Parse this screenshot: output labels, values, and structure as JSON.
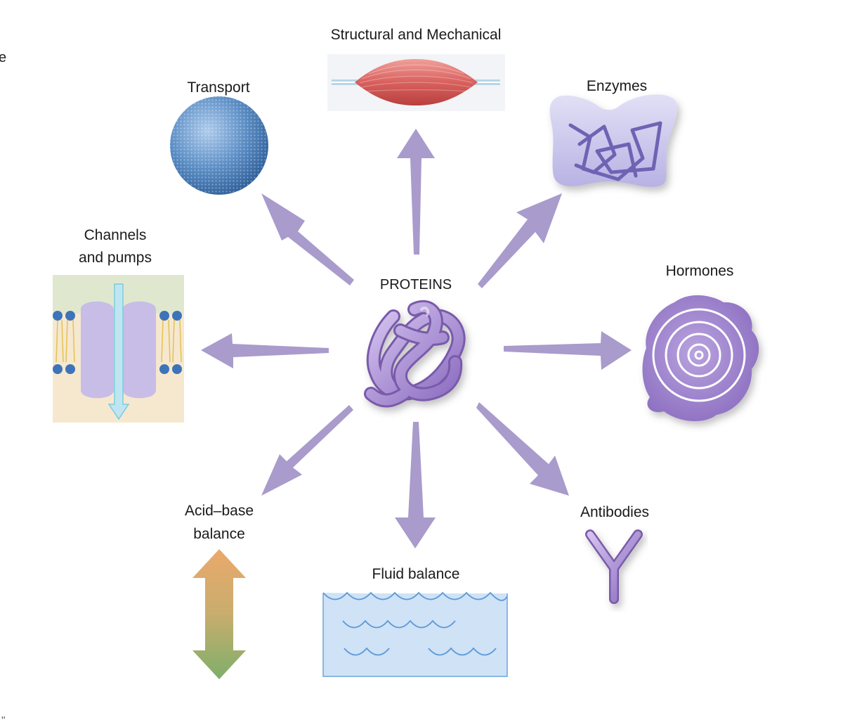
{
  "center": {
    "label": "PROTEINS"
  },
  "functions": {
    "structural": "Structural and Mechanical",
    "transport": "Transport",
    "enzymes": "Enzymes",
    "channels_line1": "Channels",
    "channels_line2": "and pumps",
    "hormones": "Hormones",
    "acid_base_line1": "Acid–base",
    "acid_base_line2": "balance",
    "fluid": "Fluid balance",
    "antibodies": "Antibodies"
  },
  "edge_fragments": {
    "left_edge": "e",
    "bottom_edge": "\""
  },
  "colors": {
    "arrow": "#a99bcb",
    "protein_purple": "#9b7fc4",
    "muscle_red": "#d9605d",
    "transport_blue": "#5b8fc7",
    "enzyme_lavender": "#c5c2ea",
    "water_blue": "#c9dff5",
    "acid_base_top": "#e8ac6c",
    "acid_base_bottom": "#86b06c"
  }
}
